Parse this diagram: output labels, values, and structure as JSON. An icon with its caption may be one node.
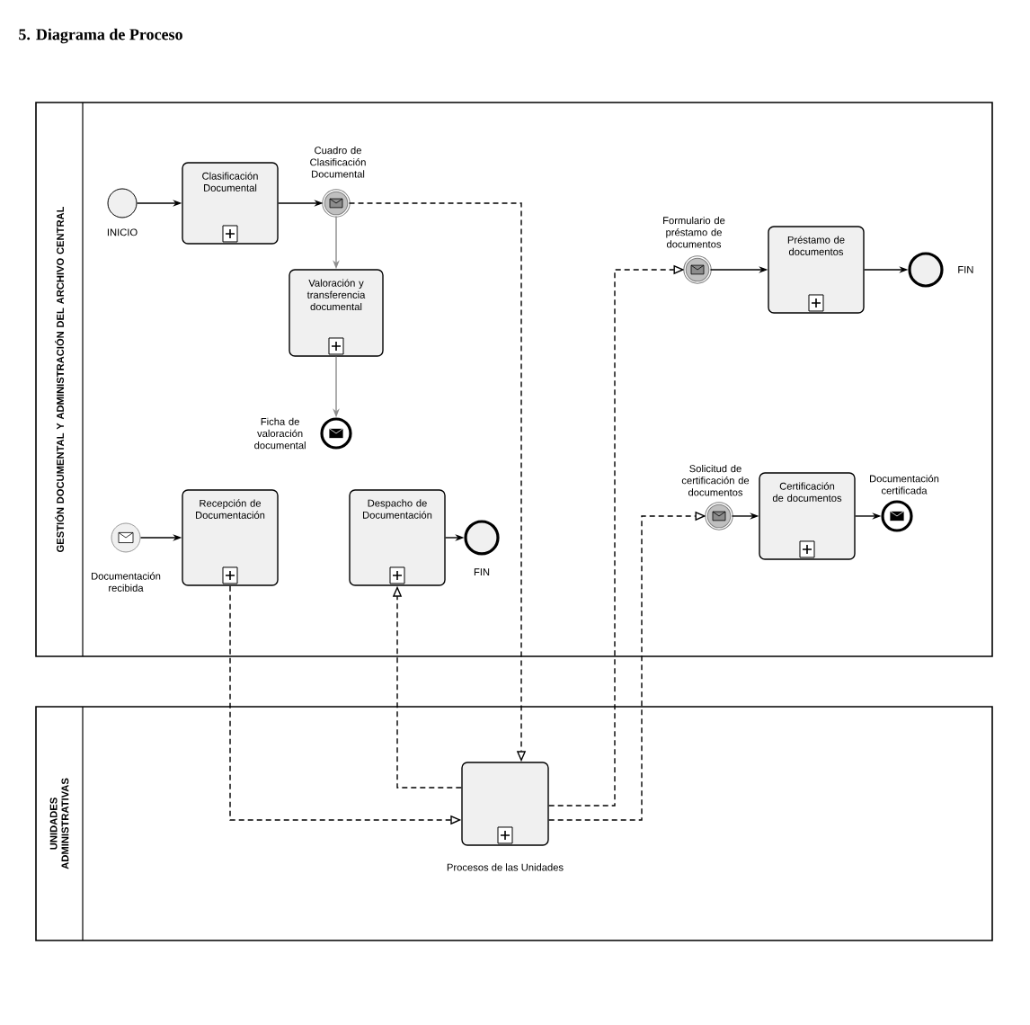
{
  "diagram": {
    "title": "5. Diagrama de Proceso",
    "nodes": [
      {
        "text": [
          "GESTIÓN DOCUMENTAL Y ADMINISTRACIÓN DEL ARCHIVO CENTRAL"
        ]
      },
      {
        "text": [],
        "shape": "circle",
        "beside": [
          "INICIO"
        ],
        "in": 0
      },
      {
        "text": [
          "Clasificación Documental"
        ],
        "in": 0
      },
      {
        "text": [],
        "shape": "circle",
        "beside": [
          "Cuadro de Clasificación Documental"
        ],
        "in": 0
      },
      {
        "text": [
          "Valoración y transferencia documental"
        ],
        "in": 0
      },
      {
        "text": [],
        "shape": "circle",
        "beside": [
          "Ficha de valoración documental"
        ],
        "in": 0
      },
      {
        "text": [],
        "shape": "circle",
        "beside": [
          "Documentación recibida"
        ],
        "in": 0
      },
      {
        "text": [
          "Recepción de Documentación"
        ],
        "in": 0
      },
      {
        "text": [
          "Despacho de Documentación"
        ],
        "in": 0
      },
      {
        "text": [],
        "shape": "circle",
        "beside": [
          "FIN"
        ],
        "in": 0
      },
      {
        "text": [],
        "shape": "circle",
        "beside": [
          "Formulario de préstamo de documentos"
        ],
        "in": 0
      },
      {
        "text": [
          "Préstamo de documentos"
        ],
        "in": 0
      },
      {
        "text": [],
        "shape": "circle",
        "beside": [
          "FIN"
        ],
        "in": 0
      },
      {
        "text": [],
        "shape": "circle",
        "beside": [
          "Solicitud de certificación de documentos"
        ],
        "in": 0
      },
      {
        "text": [
          "Certificación de documentos"
        ],
        "in": 0
      },
      {
        "text": [],
        "shape": "circle",
        "beside": [
          "Documentación certificada"
        ],
        "in": 0
      },
      {
        "text": [
          "UNIDADES ADMINISTRATIVAS"
        ]
      },
      {
        "text": [
          "Procesos de las Unidades"
        ],
        "in": 16
      }
    ],
    "edges": [
      {
        "from": 1,
        "to": 2,
        "arrow": "to"
      },
      {
        "from": 2,
        "to": 3,
        "arrow": "to"
      },
      {
        "from": 3,
        "to": 4,
        "arrow": "to",
        "color": "#8c8c8c"
      },
      {
        "from": 4,
        "to": 5,
        "arrow": "to",
        "color": "#8c8c8c"
      },
      {
        "from": 6,
        "to": 7,
        "arrow": "to"
      },
      {
        "from": 8,
        "to": 9,
        "arrow": "to"
      },
      {
        "from": 10,
        "to": 11,
        "arrow": "to"
      },
      {
        "from": 11,
        "to": 12,
        "arrow": "to"
      },
      {
        "from": 13,
        "to": 14,
        "arrow": "to"
      },
      {
        "from": 14,
        "to": 15,
        "arrow": "to"
      },
      {
        "from": 3,
        "to": 17,
        "arrow": "to",
        "style": "dashed"
      },
      {
        "from": 7,
        "to": 17,
        "arrow": "to",
        "style": "dashed"
      },
      {
        "from": 17,
        "to": 8,
        "arrow": "to",
        "style": "dashed"
      },
      {
        "from": 17,
        "to": 10,
        "arrow": "to",
        "style": "dashed"
      },
      {
        "from": 17,
        "to": 13,
        "arrow": "to",
        "style": "dashed"
      }
    ]
  }
}
